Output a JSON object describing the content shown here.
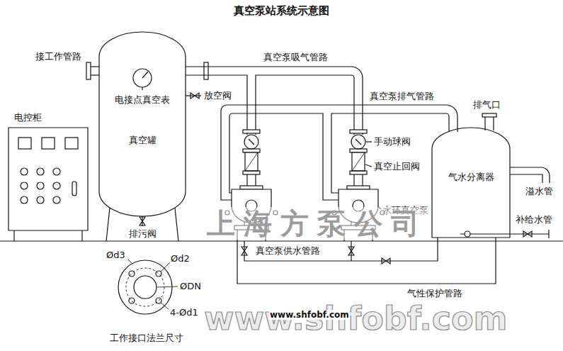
{
  "diagram": {
    "title": "真空泵站系统示意图",
    "nodes": [
      {
        "text": [
          "电控柜"
        ]
      },
      {
        "text": [
          "电接点真空表",
          "真空罐"
        ]
      },
      {
        "text": [
          "气水分离器"
        ]
      }
    ],
    "labels": [
      "接工作管路",
      "放空阀",
      "排污阀",
      "真空泵吸气管路",
      "真空泵排气管路",
      "排气口",
      "手动球阀",
      "真空止回阀",
      "水环真空泵",
      "溢水管",
      "补给水管",
      "真空泵供水管路",
      "气性保护管路",
      "Ød3",
      "Ød2",
      "ØDN",
      "4-Ød1",
      "工作接口法兰尺寸",
      "上海方泵公司",
      "www.shfobf.com",
      "www.shfobf.com"
    ]
  }
}
